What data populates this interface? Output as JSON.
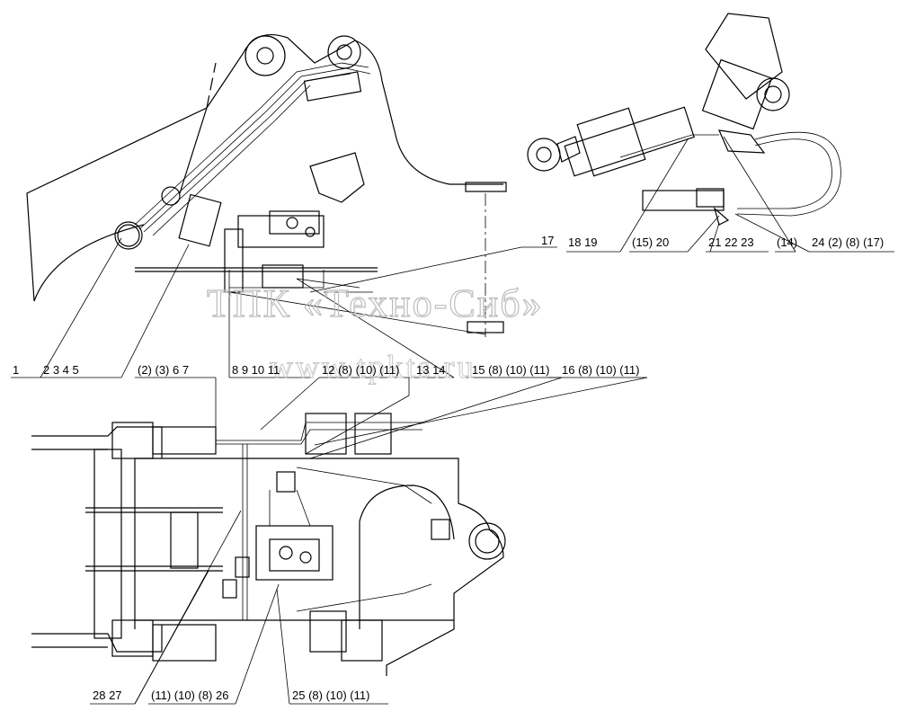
{
  "watermark": {
    "company": "ТПК «Техно-Сиб»",
    "site": "www.tpkts.ru"
  },
  "callouts": {
    "upper_left": [
      {
        "id": "lbl-1",
        "text": "1"
      },
      {
        "id": "lbl-2-5",
        "text": "2  3  4  5"
      },
      {
        "id": "lbl-2-7",
        "text": "(2)  (3)  6  7"
      },
      {
        "id": "lbl-8-11",
        "text": "8  9  10  11"
      },
      {
        "id": "lbl-12",
        "text": "12  (8)  (10)  (11)"
      },
      {
        "id": "lbl-13-14",
        "text": "13  14"
      },
      {
        "id": "lbl-15",
        "text": "15  (8)  (10)  (11)"
      },
      {
        "id": "lbl-16",
        "text": "16  (8)  (10)  (11)"
      },
      {
        "id": "lbl-17",
        "text": "17"
      }
    ],
    "upper_right": [
      {
        "id": "lbl-18-19",
        "text": "18  19"
      },
      {
        "id": "lbl-15-20",
        "text": "(15)  20"
      },
      {
        "id": "lbl-21-23",
        "text": "21  22  23"
      },
      {
        "id": "lbl-14",
        "text": "(14)"
      },
      {
        "id": "lbl-24",
        "text": "24  (2)  (8)  (17)"
      }
    ],
    "bottom": [
      {
        "id": "lbl-28-27",
        "text": "28  27"
      },
      {
        "id": "lbl-26",
        "text": "(11)  (10)  (8)  26"
      },
      {
        "id": "lbl-25",
        "text": "25  (8)  (10)  (11)"
      }
    ]
  }
}
